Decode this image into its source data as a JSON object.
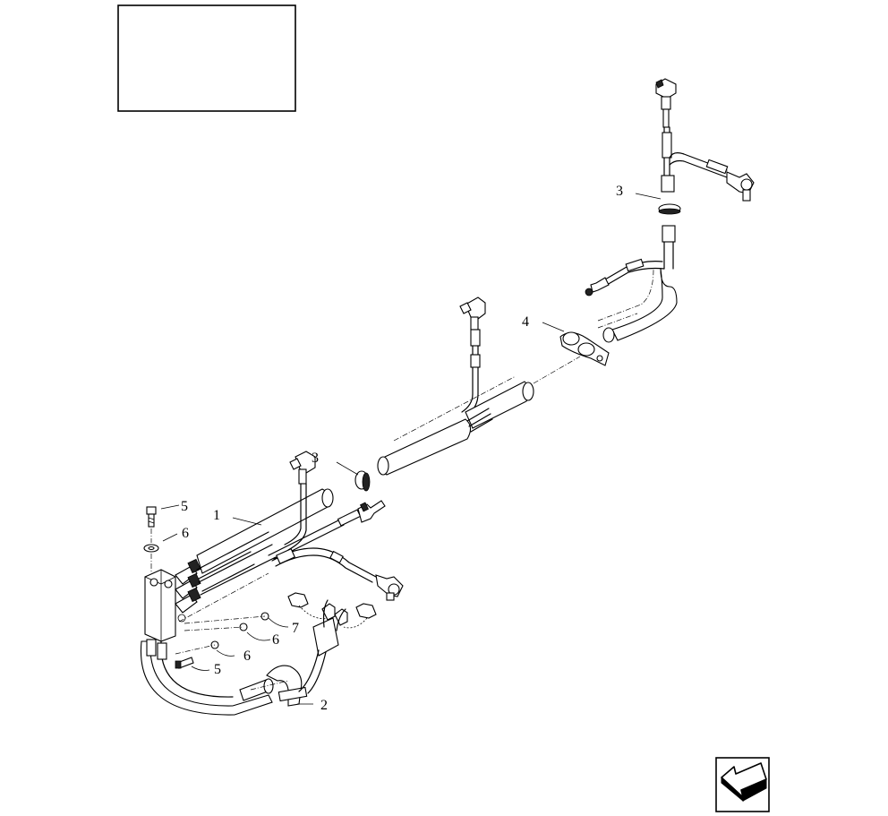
{
  "callouts": {
    "c1": "1",
    "c2": "2",
    "c3_top": "3",
    "c3_mid": "3",
    "c4": "4",
    "c5_top": "5",
    "c5_bottom": "5",
    "c6_top": "6",
    "c6_mid": "6",
    "c6_bottom": "6",
    "c7": "7"
  },
  "icons": {
    "nav": "arrow-back-icon"
  }
}
